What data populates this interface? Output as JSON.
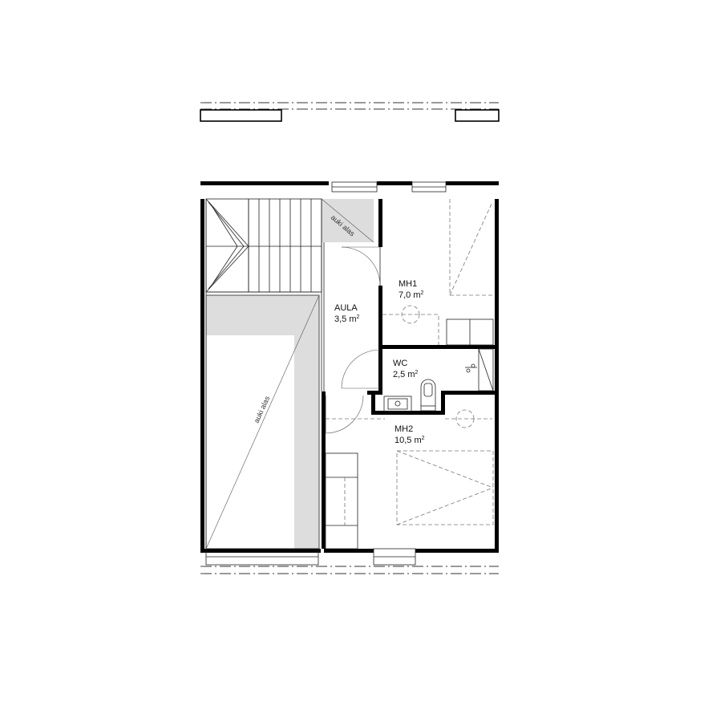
{
  "rooms": {
    "mh1": {
      "name": "MH1",
      "area": "7,0 m",
      "unit_sup": "2"
    },
    "aula": {
      "name": "AULA",
      "area": "3,5 m",
      "unit_sup": "2"
    },
    "wc": {
      "name": "WC",
      "area": "2,5 m",
      "unit_sup": "2"
    },
    "mh2": {
      "name": "MH2",
      "area": "10,5 m",
      "unit_sup": "2"
    }
  },
  "annotations": {
    "void_top": "auki alas",
    "void_left": "auki alas"
  }
}
